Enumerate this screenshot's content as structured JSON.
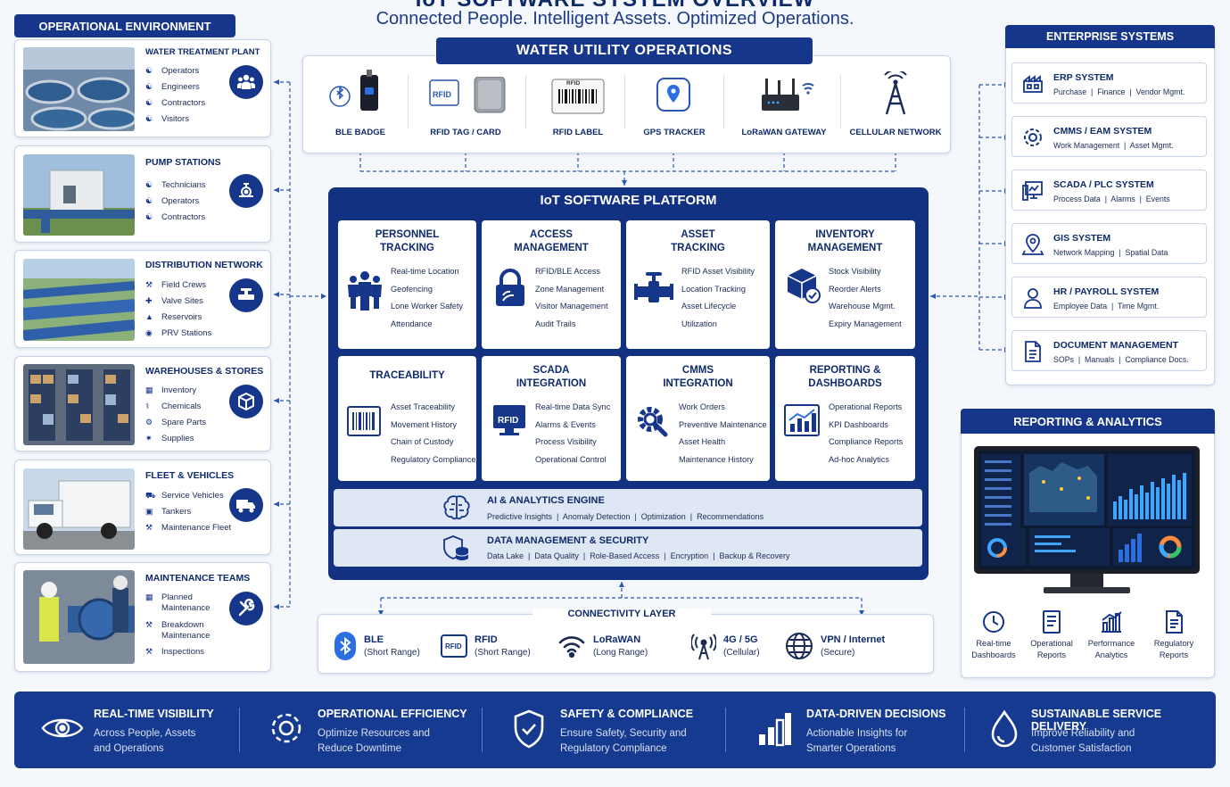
{
  "header": {
    "title": "IoT SOFTWARE SYSTEM OVERVIEW",
    "subtitle": "Connected People. Intelligent Assets. Optimized Operations."
  },
  "op_env": {
    "title": "OPERATIONAL ENVIRONMENT",
    "cards": [
      {
        "title": "WATER TREATMENT PLANT",
        "items": [
          "Operators",
          "Engineers",
          "Contractors",
          "Visitors"
        ]
      },
      {
        "title": "PUMP STATIONS",
        "items": [
          "Technicians",
          "Operators",
          "Contractors"
        ]
      },
      {
        "title": "DISTRIBUTION NETWORK",
        "items": [
          "Field Crews",
          "Valve Sites",
          "Reservoirs",
          "PRV Stations"
        ]
      },
      {
        "title": "WAREHOUSES & STORES",
        "items": [
          "Inventory",
          "Chemicals",
          "Spare Parts",
          "Supplies"
        ]
      },
      {
        "title": "FLEET & VEHICLES",
        "items": [
          "Service Vehicles",
          "Tankers",
          "Maintenance Fleet"
        ]
      },
      {
        "title": "MAINTENANCE TEAMS",
        "items": [
          "Planned Maintenance",
          "Breakdown Maintenance",
          "Inspections"
        ]
      }
    ]
  },
  "water_ops": {
    "title": "WATER UTILITY OPERATIONS",
    "devices": [
      {
        "label": "BLE BADGE",
        "icon": "ble-badge-icon"
      },
      {
        "label": "RFID TAG / CARD",
        "icon": "rfid-card-icon",
        "tag": "RFID"
      },
      {
        "label": "RFID LABEL",
        "icon": "rfid-label-icon",
        "tag": "RFID"
      },
      {
        "label": "GPS TRACKER",
        "icon": "gps-tracker-icon"
      },
      {
        "label": "LoRaWAN GATEWAY",
        "icon": "lorawan-gateway-icon"
      },
      {
        "label": "CELLULAR NETWORK",
        "icon": "cellular-tower-icon"
      }
    ]
  },
  "platform": {
    "title": "IoT SOFTWARE PLATFORM",
    "modules": [
      {
        "title_lines": [
          "PERSONNEL",
          "TRACKING"
        ],
        "items": [
          "Real-time Location",
          "Geofencing",
          "Lone Worker Safety",
          "Attendance"
        ]
      },
      {
        "title_lines": [
          "ACCESS",
          "MANAGEMENT"
        ],
        "items": [
          "RFID/BLE Access",
          "Zone Management",
          "Visitor Management",
          "Audit Trails"
        ]
      },
      {
        "title_lines": [
          "ASSET",
          "TRACKING"
        ],
        "items": [
          "RFID Asset Visibility",
          "Location Tracking",
          "Asset Lifecycle",
          "Utilization"
        ]
      },
      {
        "title_lines": [
          "INVENTORY",
          "MANAGEMENT"
        ],
        "items": [
          "Stock Visibility",
          "Reorder Alerts",
          "Warehouse Mgmt.",
          "Expiry Management"
        ]
      },
      {
        "title_lines": [
          "TRACEABILITY"
        ],
        "items": [
          "Asset Traceability",
          "Movement History",
          "Chain of Custody",
          "Regulatory Compliance"
        ]
      },
      {
        "title_lines": [
          "SCADA",
          "INTEGRATION"
        ],
        "items": [
          "Real-time Data Sync",
          "Alarms & Events",
          "Process Visibility",
          "Operational Control"
        ],
        "tag": "RFID"
      },
      {
        "title_lines": [
          "CMMS",
          "INTEGRATION"
        ],
        "items": [
          "Work Orders",
          "Preventive Maintenance",
          "Asset Health",
          "Maintenance History"
        ]
      },
      {
        "title_lines": [
          "REPORTING &",
          "DASHBOARDS"
        ],
        "items": [
          "Operational Reports",
          "KPI Dashboards",
          "Compliance Reports",
          "Ad-hoc Analytics"
        ]
      }
    ],
    "engines": [
      {
        "title": "AI & ANALYTICS ENGINE",
        "sub": "Predictive Insights  |  Anomaly Detection  |  Optimization  |  Recommendations"
      },
      {
        "title": "DATA MANAGEMENT & SECURITY",
        "sub": "Data Lake  |  Data Quality  |  Role-Based Access  |  Encryption  |  Backup & Recovery"
      }
    ]
  },
  "connectivity": {
    "title": "CONNECTIVITY LAYER",
    "items": [
      {
        "name": "BLE",
        "desc": "(Short Range)"
      },
      {
        "name": "RFID",
        "desc": "(Short Range)",
        "tag": "RFID"
      },
      {
        "name": "LoRaWAN",
        "desc": "(Long Range)"
      },
      {
        "name": "4G / 5G",
        "desc": "(Cellular)"
      },
      {
        "name": "VPN / Internet",
        "desc": "(Secure)"
      }
    ]
  },
  "enterprise": {
    "title": "ENTERPRISE SYSTEMS",
    "cards": [
      {
        "title": "ERP SYSTEM",
        "sub": "Purchase  |  Finance  |  Vendor Mgmt."
      },
      {
        "title": "CMMS / EAM SYSTEM",
        "sub": "Work Management  |  Asset Mgmt."
      },
      {
        "title": "SCADA / PLC SYSTEM",
        "sub": "Process Data  |  Alarms  |  Events"
      },
      {
        "title": "GIS SYSTEM",
        "sub": "Network Mapping  |  Spatial Data"
      },
      {
        "title": "HR / PAYROLL SYSTEM",
        "sub": "Employee Data  |  Time Mgmt."
      },
      {
        "title": "DOCUMENT MANAGEMENT",
        "sub": "SOPs  |  Manuals  |  Compliance Docs."
      }
    ]
  },
  "reporting": {
    "title": "REPORTING & ANALYTICS",
    "items": [
      {
        "label_lines": [
          "Real-time",
          "Dashboards"
        ]
      },
      {
        "label_lines": [
          "Operational",
          "Reports"
        ]
      },
      {
        "label_lines": [
          "Performance",
          "Analytics"
        ]
      },
      {
        "label_lines": [
          "Regulatory",
          "Reports"
        ]
      }
    ]
  },
  "benefits": [
    {
      "title": "REAL-TIME VISIBILITY",
      "lines": [
        "Across People, Assets",
        "and Operations"
      ]
    },
    {
      "title": "OPERATIONAL EFFICIENCY",
      "lines": [
        "Optimize Resources and",
        "Reduce Downtime"
      ]
    },
    {
      "title": "SAFETY & COMPLIANCE",
      "lines": [
        "Ensure Safety, Security and",
        "Regulatory Compliance"
      ]
    },
    {
      "title": "DATA-DRIVEN DECISIONS",
      "lines": [
        "Actionable Insights for",
        "Smarter Operations"
      ]
    },
    {
      "title": "SUSTAINABLE SERVICE DELIVERY",
      "lines": [
        "Improve Reliability and",
        "Customer Satisfaction"
      ]
    }
  ],
  "colors": {
    "navy": "#15368a",
    "platform": "#123180",
    "accent": "#2b6fe0"
  }
}
